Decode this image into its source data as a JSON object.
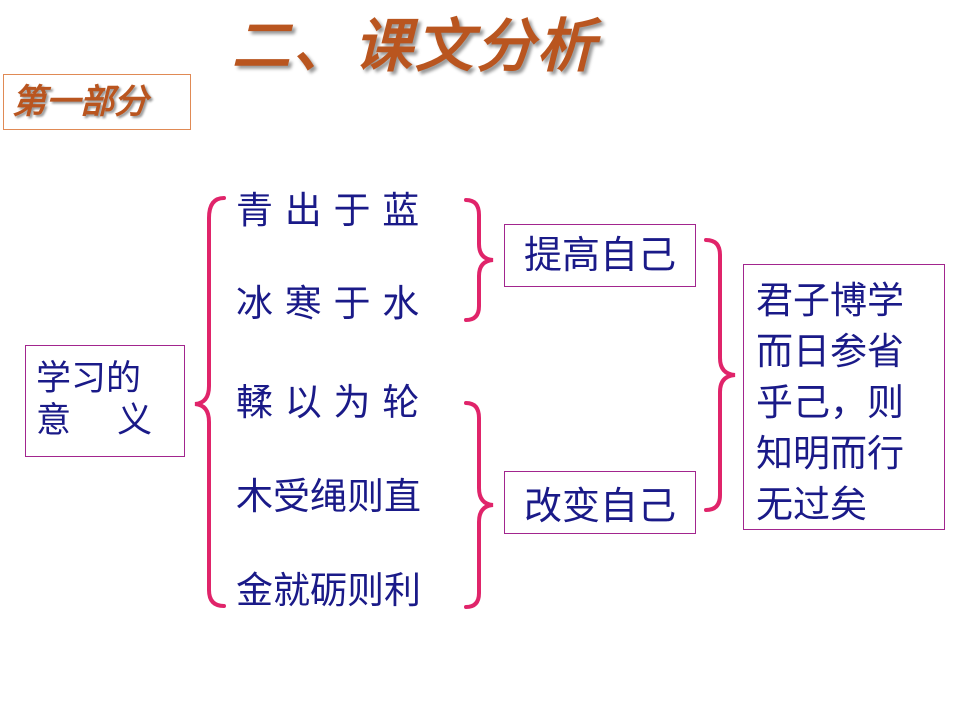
{
  "title": "二、课文分析",
  "section_label": "第一部分",
  "meaning": {
    "line1": "学习的",
    "line2": "意　 义"
  },
  "items": [
    "青 出 于 蓝",
    "冰 寒 于 水",
    " 輮 以 为 轮",
    "木受绳则直",
    "金就砺则利"
  ],
  "improve_self": "提高自己",
  "change_self": "改变自己",
  "conclusion": [
    "君子博学",
    "而日参省",
    "乎己，则",
    "知明而行",
    "无过矣"
  ],
  "colors": {
    "title": "#b9551f",
    "text": "#1a1a88",
    "brace": "#e0246a",
    "box_border": "#a2258e"
  }
}
